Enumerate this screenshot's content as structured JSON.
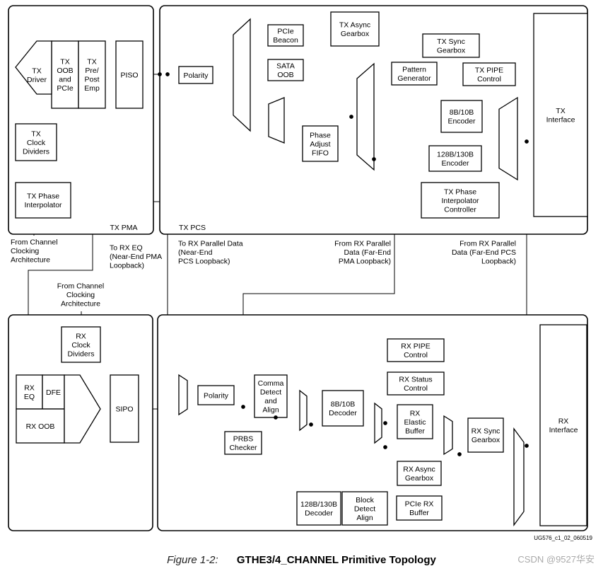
{
  "figure": {
    "label": "Figure 1-2:",
    "title": "GTHE3/4_CHANNEL Primitive Topology",
    "code": "UG576_c1_02_060519",
    "watermark": "CSDN @9527华安"
  },
  "regions": {
    "tx_pma": "TX PMA",
    "tx_pcs": "TX PCS"
  },
  "blocks": {
    "tx_driver": [
      "TX",
      "Driver"
    ],
    "tx_oob_pcie": [
      "TX",
      "OOB",
      "and",
      "PCIe"
    ],
    "tx_pre_post_emp": [
      "TX",
      "Pre/",
      "Post",
      "Emp"
    ],
    "piso": [
      "PISO"
    ],
    "tx_clock_dividers": [
      "TX",
      "Clock",
      "Dividers"
    ],
    "tx_phase_interpolator": [
      "TX Phase",
      "Interpolator"
    ],
    "tx_polarity": [
      "Polarity"
    ],
    "pcie_beacon": [
      "PCIe",
      "Beacon"
    ],
    "sata_oob": [
      "SATA",
      "OOB"
    ],
    "phase_adjust_fifo": [
      "Phase",
      "Adjust",
      "FIFO"
    ],
    "tx_async_gearbox": [
      "TX Async",
      "Gearbox"
    ],
    "tx_sync_gearbox": [
      "TX Sync",
      "Gearbox"
    ],
    "pattern_generator": [
      "Pattern",
      "Generator"
    ],
    "tx_pipe_control": [
      "TX PIPE",
      "Control"
    ],
    "enc_8b10b": [
      "8B/10B",
      "Encoder"
    ],
    "enc_128b130b": [
      "128B/130B",
      "Encoder"
    ],
    "tx_pi_controller": [
      "TX Phase",
      "Interpolator",
      "Controller"
    ],
    "tx_interface": [
      "TX",
      "Interface"
    ],
    "rx_clock_dividers": [
      "RX",
      "Clock",
      "Dividers"
    ],
    "rx_eq": [
      "RX",
      "EQ"
    ],
    "dfe": [
      "DFE"
    ],
    "rx_oob": [
      "RX OOB"
    ],
    "sipo": [
      "SIPO"
    ],
    "rx_polarity": [
      "Polarity"
    ],
    "comma_detect": [
      "Comma",
      "Detect",
      "and",
      "Align"
    ],
    "prbs_checker": [
      "PRBS",
      "Checker"
    ],
    "dec_8b10b": [
      "8B/10B",
      "Decoder"
    ],
    "rx_pipe_control": [
      "RX PIPE",
      "Control"
    ],
    "rx_status_control": [
      "RX Status",
      "Control"
    ],
    "rx_elastic_buffer": [
      "RX",
      "Elastic",
      "Buffer"
    ],
    "rx_sync_gearbox": [
      "RX Sync",
      "Gearbox"
    ],
    "rx_async_gearbox": [
      "RX Async",
      "Gearbox"
    ],
    "dec_128b130b": [
      "128B/130B",
      "Decoder"
    ],
    "block_detect_align": [
      "Block",
      "Detect",
      "Align"
    ],
    "pcie_rx_buffer": [
      "PCIe RX",
      "Buffer"
    ],
    "rx_interface": [
      "RX",
      "Interface"
    ]
  },
  "annotations": {
    "from_channel_clocking_tx": [
      "From Channel",
      "Clocking",
      "Architecture"
    ],
    "to_rx_eq": [
      "To RX EQ",
      "(Near-End PMA",
      "Loopback)"
    ],
    "to_rx_parallel": [
      "To RX Parallel Data",
      "(Near-End",
      "PCS Loopback)"
    ],
    "from_rx_parallel_far_pma": [
      "From RX Parallel",
      "Data (Far-End",
      "PMA Loopback)"
    ],
    "from_rx_parallel_far_pcs": [
      "From RX Parallel",
      "Data (Far-End PCS",
      "Loopback)"
    ],
    "from_channel_clocking_rx": [
      "From Channel",
      "Clocking",
      "Architecture"
    ]
  }
}
